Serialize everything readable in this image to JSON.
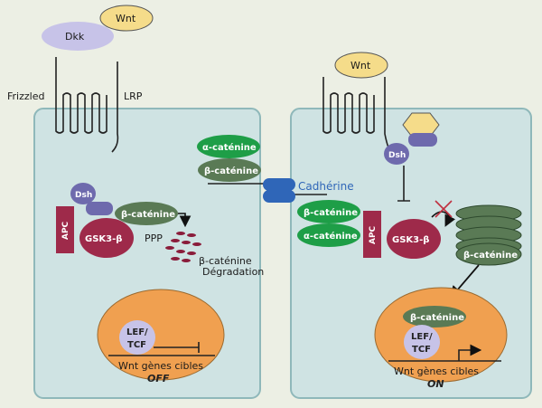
{
  "labels": {
    "dkk": "Dkk",
    "wnt_left": "Wnt",
    "wnt_right": "Wnt",
    "frizzled": "Frizzled",
    "lrp": "LRP",
    "dsh_left": "Dsh",
    "dsh_right": "Dsh",
    "apc_left": "APC",
    "apc_right": "APC",
    "gsk_left": "GSK3-β",
    "gsk_right": "GSK3-β",
    "bcat_left": "β-caténine",
    "ppp": "PPP",
    "degradation_line1": "β-caténine",
    "degradation_line2": "Dégradation",
    "acat_top": "α-caténine",
    "bcat_top": "β-caténine",
    "cadherine": "Cadhérine",
    "bcat_mid": "β-caténine",
    "acat_mid": "α-caténine",
    "bcat_stack": "β-caténine",
    "bcat_nucleus": "β-caténine",
    "lef_left_1": "LEF/",
    "lef_left_2": "TCF",
    "lef_right_1": "LEF/",
    "lef_right_2": "TCF",
    "genes_left": "Wnt gènes cibles",
    "genes_right": "Wnt gènes cibles",
    "state_left": "OFF",
    "state_right": "ON"
  },
  "colors": {
    "background": "#ecefe4",
    "cell": "#cfe3e3",
    "cell_border": "#8fb8ba",
    "nucleus": "#f0a050",
    "green": "#1e9e47",
    "olive": "#5a7a55",
    "maroon": "#9e2a4a",
    "purple": "#6e6aad",
    "lavender": "#c7c3e8",
    "wnt": "#f5dc8a",
    "cadherine_blue": "#2f66b8"
  }
}
